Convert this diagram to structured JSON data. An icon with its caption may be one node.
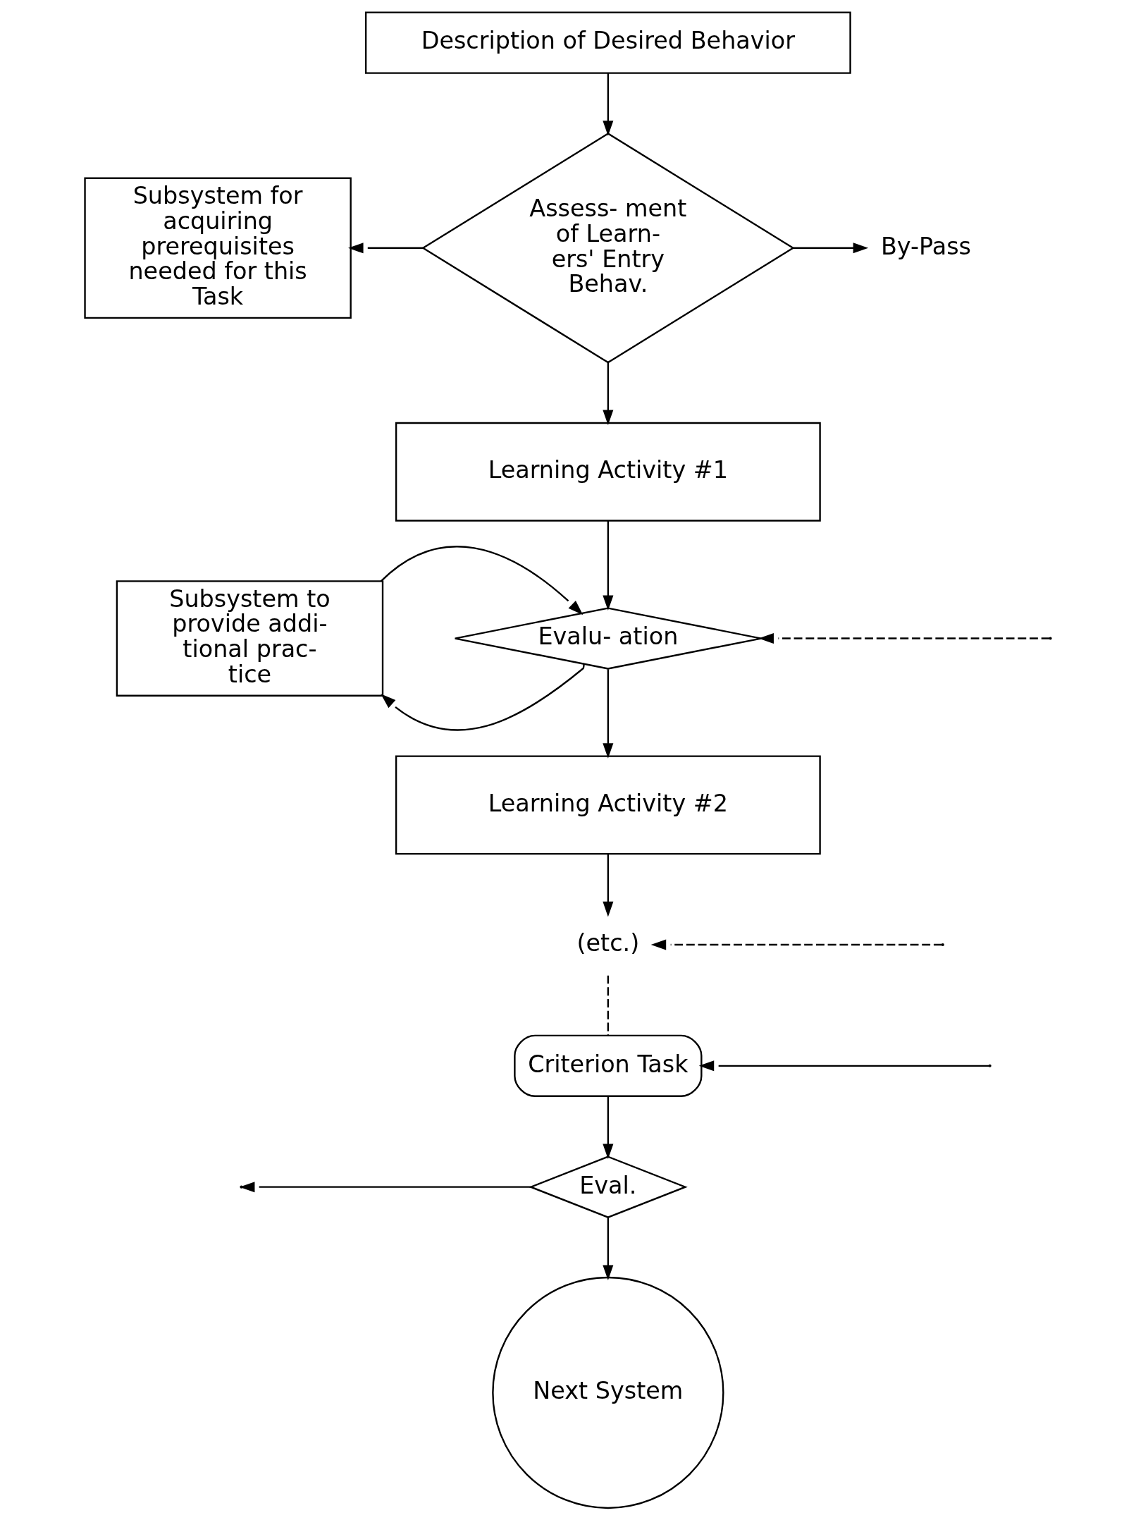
{
  "diagram": {
    "nodes": [
      {
        "text": [
          "Description of Desired Behavior"
        ]
      },
      {
        "text": [
          "Subsystem for acquiring prerequisites needed for this Task"
        ]
      },
      {
        "text": [
          "Assess- ment of Learn- ers' Entry Behav."
        ]
      },
      {
        "text": [
          "By-Pass"
        ]
      },
      {
        "text": [
          "Learning Activity #1"
        ]
      },
      {
        "text": [
          "Subsystem to provide addi- tional prac- tice"
        ]
      },
      {
        "text": [
          "Evalu- ation"
        ]
      },
      {
        "text": [
          "Learning Activity #2"
        ]
      },
      {
        "text": [
          "(etc.)"
        ]
      },
      {
        "text": [
          "Criterion Task"
        ]
      },
      {
        "text": [
          "Eval."
        ]
      },
      {
        "text": [
          "Next System"
        ]
      }
    ],
    "edges": [
      {
        "from": 0,
        "to": 2,
        "arrow": "to"
      },
      {
        "from": 2,
        "to": 1,
        "arrow": "to"
      },
      {
        "from": 2,
        "to": 3,
        "arrow": "to"
      },
      {
        "from": 2,
        "to": 4,
        "arrow": "to"
      },
      {
        "from": 4,
        "to": 6,
        "arrow": "to"
      },
      {
        "from": 5,
        "to": 6,
        "arrow": "to"
      },
      {
        "from": 6,
        "to": 5,
        "arrow": "to"
      },
      {
        "from": null,
        "to": 6,
        "arrow": "to",
        "style": "dashed"
      },
      {
        "from": 6,
        "to": 7,
        "arrow": "to"
      },
      {
        "from": 7,
        "to": 8,
        "arrow": "to"
      },
      {
        "from": null,
        "to": 8,
        "arrow": "to",
        "style": "dashed"
      },
      {
        "from": 8,
        "to": 9,
        "arrow": "none",
        "style": "dashed"
      },
      {
        "from": null,
        "to": 9,
        "arrow": "to"
      },
      {
        "from": 9,
        "to": 10,
        "arrow": "to"
      },
      {
        "from": 10,
        "to": null,
        "arrow": "to"
      },
      {
        "from": 10,
        "to": 11,
        "arrow": "to"
      }
    ]
  }
}
